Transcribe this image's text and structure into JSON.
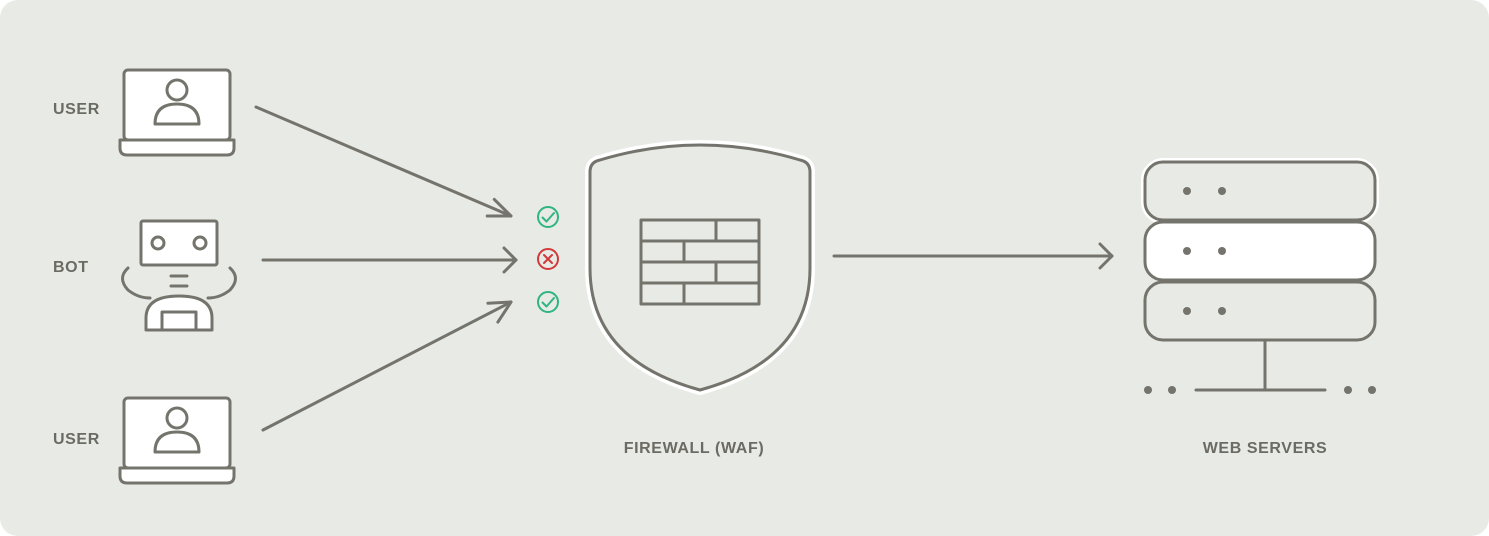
{
  "diagram": {
    "sources": [
      {
        "label": "USER",
        "icon": "laptop-user-icon",
        "status": "allowed"
      },
      {
        "label": "BOT",
        "icon": "robot-icon",
        "status": "blocked"
      },
      {
        "label": "USER",
        "icon": "laptop-user-icon",
        "status": "allowed"
      }
    ],
    "firewall": {
      "label": "FIREWALL (WAF)",
      "icon": "shield-brick-wall-icon"
    },
    "servers": {
      "label": "WEB SERVERS",
      "icon": "server-rack-icon"
    }
  },
  "colors": {
    "background": "#e8eae5",
    "stroke": "#74746c",
    "label": "#6b6b63",
    "allowed": "#2fb57f",
    "blocked": "#d23a3a"
  }
}
